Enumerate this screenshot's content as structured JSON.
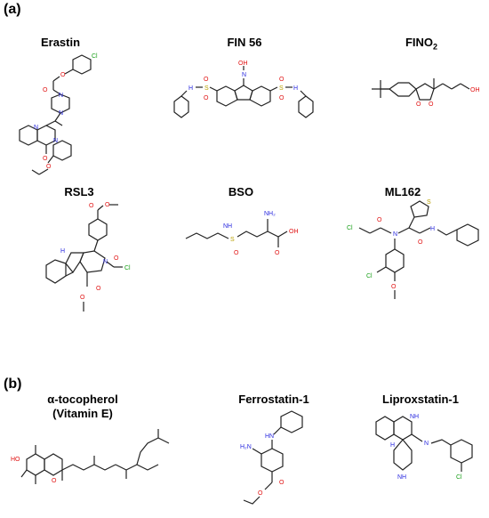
{
  "panels": [
    {
      "label": "(a)",
      "compounds": [
        "Erastin",
        "FIN 56",
        "FINO",
        "RSL3",
        "BSO",
        "ML162"
      ],
      "fino_subscript": "2"
    },
    {
      "label": "(b)",
      "compounds": [
        "α-tocopherol",
        "(Vitamin E)",
        "Ferrostatin-1",
        "Liproxstatin-1"
      ]
    }
  ],
  "atom_labels": {
    "O": "O",
    "OH": "OH",
    "HO": "HO",
    "N": "N",
    "NH": "NH",
    "H": "H",
    "HN": "HN",
    "S": "S",
    "Cl": "Cl",
    "NH2": "NH₂",
    "H2N": "H₂N"
  },
  "colors": {
    "oxygen": "#e01010",
    "nitrogen": "#2a2adf",
    "sulfur": "#b8a000",
    "chlorine": "#1aa01a"
  }
}
